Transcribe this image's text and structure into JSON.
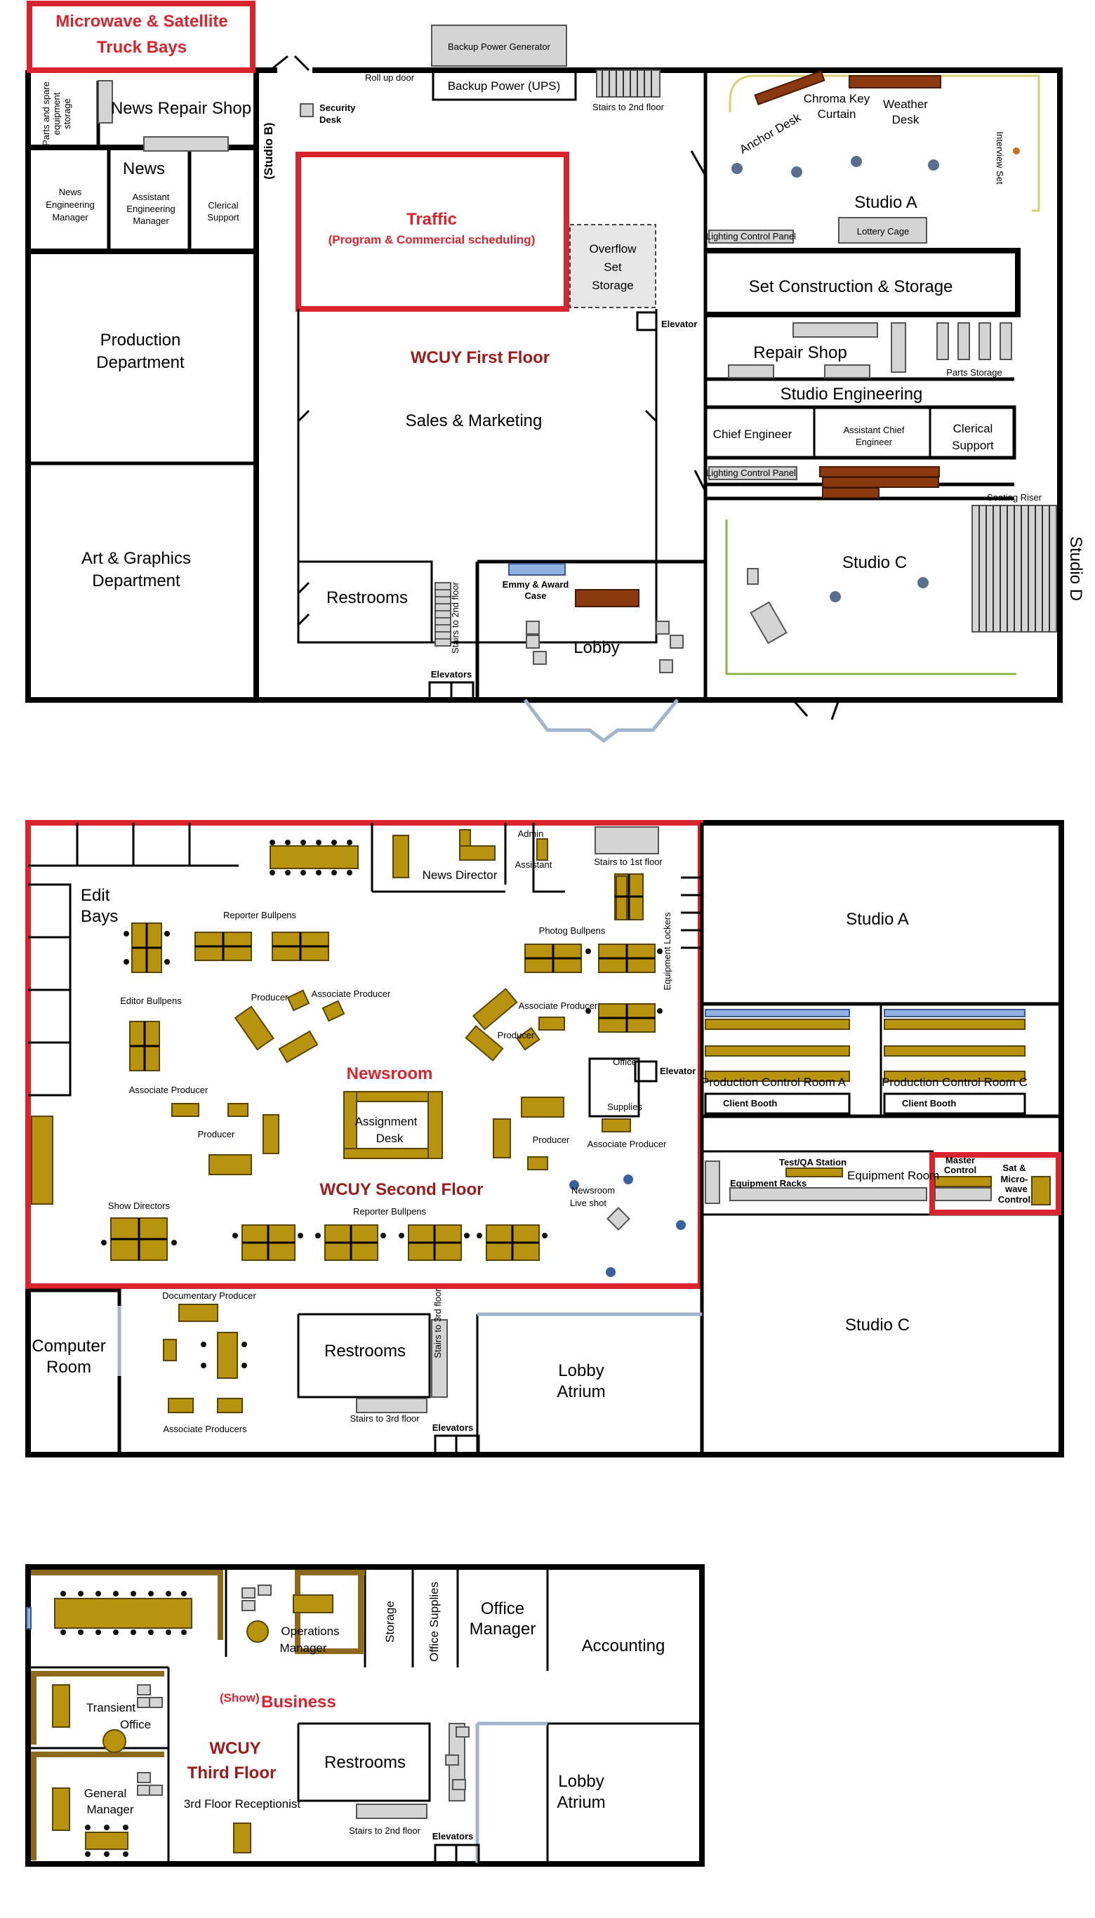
{
  "floor1": {
    "title": "WCUY First Floor",
    "truck_bays": [
      "Microwave & Satellite",
      "Truck Bays"
    ],
    "backup_generator": "Backup Power Generator",
    "roll_up_door": "Roll up door",
    "backup_ups": "Backup Power (UPS)",
    "stairs_to_2nd": "Stairs to 2nd floor",
    "parts_storage": [
      "Parts and spare",
      "equipment",
      "storage"
    ],
    "news_repair_shop": "News Repair Shop",
    "security_desk": [
      "Security",
      "Desk"
    ],
    "studio_b": "(Studio B)",
    "news": "News",
    "news_eng_manager": [
      "News",
      "Engineering",
      "Manager"
    ],
    "asst_eng_manager": [
      "Assistant",
      "Engineering",
      "Manager"
    ],
    "clerical_support": [
      "Clerical",
      "Support"
    ],
    "traffic": "Traffic",
    "traffic_sub": "(Program & Commercial scheduling)",
    "overflow": [
      "Overflow",
      "Set",
      "Storage"
    ],
    "elevator": "Elevator",
    "chroma_key": [
      "Chroma Key",
      "Curtain"
    ],
    "weather_desk": [
      "Weather",
      "Desk"
    ],
    "anchor_desk": "Anchor Desk",
    "interview_set": "Interview Set",
    "studio_a": "Studio A",
    "lighting_panel": "Lighting Control Panel",
    "lottery_cage": "Lottery Cage",
    "set_construction": "Set Construction & Storage",
    "repair_shop": "Repair Shop",
    "parts_storage2": "Parts Storage",
    "studio_engineering": "Studio Engineering",
    "chief_engineer": "Chief Engineer",
    "asst_chief_engineer": [
      "Assistant Chief",
      "Engineer"
    ],
    "clerical_support2": [
      "Clerical",
      "Support"
    ],
    "production_dept": [
      "Production",
      "Department"
    ],
    "sales_marketing": "Sales & Marketing",
    "art_graphics": [
      "Art & Graphics",
      "Department"
    ],
    "restrooms": "Restrooms",
    "emmy_case": [
      "Emmy & Award",
      "Case"
    ],
    "lobby": "Lobby",
    "elevators": "Elevators",
    "seating_riser": "Seating Riser",
    "studio_c": "Studio C",
    "studio_d": "Studio D"
  },
  "floor2": {
    "title": "WCUY Second Floor",
    "newsroom": "Newsroom",
    "edit_bays": [
      "Edit",
      "Bays"
    ],
    "reporter_bullpens": "Reporter Bullpens",
    "news_director": "News Director",
    "admin": "Admin",
    "assistant": "Assistant",
    "stairs_to_1st": "Stairs to 1st floor",
    "editor_bullpens": "Editor Bullpens",
    "producer": "Producer",
    "associate_producer": "Associate Producer",
    "photog_bullpens": "Photog Bullpens",
    "equipment_lockers": "Equipment Lockers",
    "elevator": "Elevator",
    "office_supplies": [
      "Office",
      "Supplies"
    ],
    "assignment_desk": [
      "Assignment",
      "Desk"
    ],
    "show_directors": "Show Directors",
    "newsroom_live_shot": [
      "Newsroom",
      "Live shot"
    ],
    "studio_a": "Studio A",
    "pcr_a": "Production Control Room A",
    "pcr_c": "Production Control Room C",
    "client_booth": "Client Booth",
    "test_qa": "Test/QA Station",
    "equipment_racks": "Equipment Racks",
    "equipment_room": "Equipment Room",
    "master_control": [
      "Master",
      "Control"
    ],
    "sat_micro": [
      "Sat &",
      "Micro-",
      "wave",
      "Control"
    ],
    "computer_room": [
      "Computer",
      "Room"
    ],
    "documentary_producer": "Documentary Producer",
    "associate_producers": "Associate Producers",
    "restrooms": "Restrooms",
    "stairs_to_3rd": "Stairs to 3rd floor",
    "stairs_to_3rd_v": "Stairs to 3rd floor",
    "elevators": "Elevators",
    "lobby_atrium": [
      "Lobby",
      "Atrium"
    ],
    "studio_c": "Studio C"
  },
  "floor3": {
    "title": [
      "WCUY",
      "Third Floor"
    ],
    "business": "Business",
    "show": "(Show)",
    "operations_manager": [
      "Operations",
      "Manager"
    ],
    "storage": "Storage",
    "office_supplies": "Office Supplies",
    "office_manager": [
      "Office",
      "Manager"
    ],
    "accounting": "Accounting",
    "transient_office": [
      "Transient",
      "Office"
    ],
    "general_manager": [
      "General",
      "Manager"
    ],
    "restrooms": "Restrooms",
    "receptionist": "3rd Floor Receptionist",
    "stairs_to_2nd": "Stairs to 2nd floor",
    "elevators": "Elevators",
    "lobby_atrium": [
      "Lobby",
      "Atrium"
    ]
  },
  "colors": {
    "walls": "#000000",
    "highlight_red": "#d9232d",
    "title_red": "#9b1b1b",
    "desk_gold": "#b8930d",
    "desk_brown": "#8b3a10",
    "glass_blue": "#a0b4cc"
  }
}
